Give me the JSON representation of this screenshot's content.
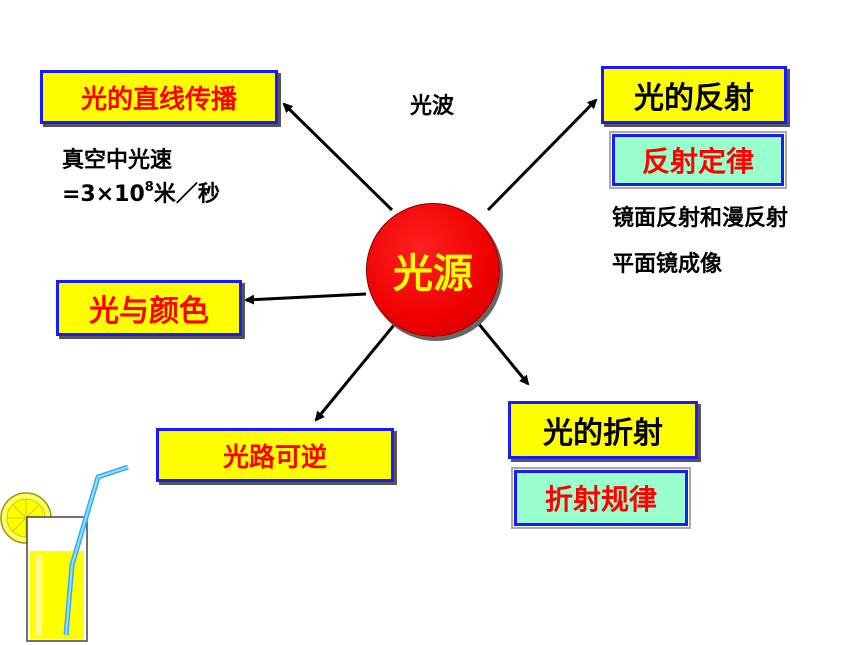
{
  "center": "光源",
  "nodes": {
    "straight": "光的直线传播",
    "speed_line1": "真空中光速",
    "speed_prefix": "=3×10",
    "speed_exp": "8",
    "speed_suffix": "米／秒",
    "wave": "光波",
    "reflection": "光的反射",
    "reflection_law": "反射定律",
    "reflection_note1": "镜面反射和漫反射",
    "reflection_note2": "平面镜成像",
    "color": "光与颜色",
    "reversible": "光路可逆",
    "refraction": "光的折射",
    "refraction_law": "折射规律"
  },
  "colors": {
    "box_fill": "#ffff00",
    "law_fill": "#99ffcc",
    "border": "#1a1aff",
    "center_fill": "#ee0000"
  }
}
